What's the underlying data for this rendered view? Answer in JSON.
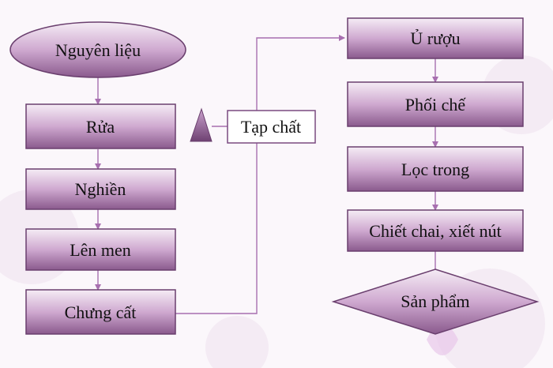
{
  "colors": {
    "node_fill_top": "#f3e6f3",
    "node_fill_bottom": "#8e5c8e",
    "node_stroke": "#6a3f6e",
    "connector": "#a86fb0",
    "impurity_box_stroke": "#7a4a80"
  },
  "nodes": {
    "raw_material": "Nguyên liệu",
    "wash": "Rửa",
    "grind": "Nghiền",
    "ferment": "Lên men",
    "distill": "Chưng cất",
    "impurities": "Tạp chất",
    "wine_aging": "Ủ rượu",
    "blend": "Phối chế",
    "clarify": "Lọc trong",
    "bottling": "Chiết chai, xiết nút",
    "product": "Sản phẩm"
  },
  "decorations": {
    "filter_icon": "triangle-icon"
  }
}
